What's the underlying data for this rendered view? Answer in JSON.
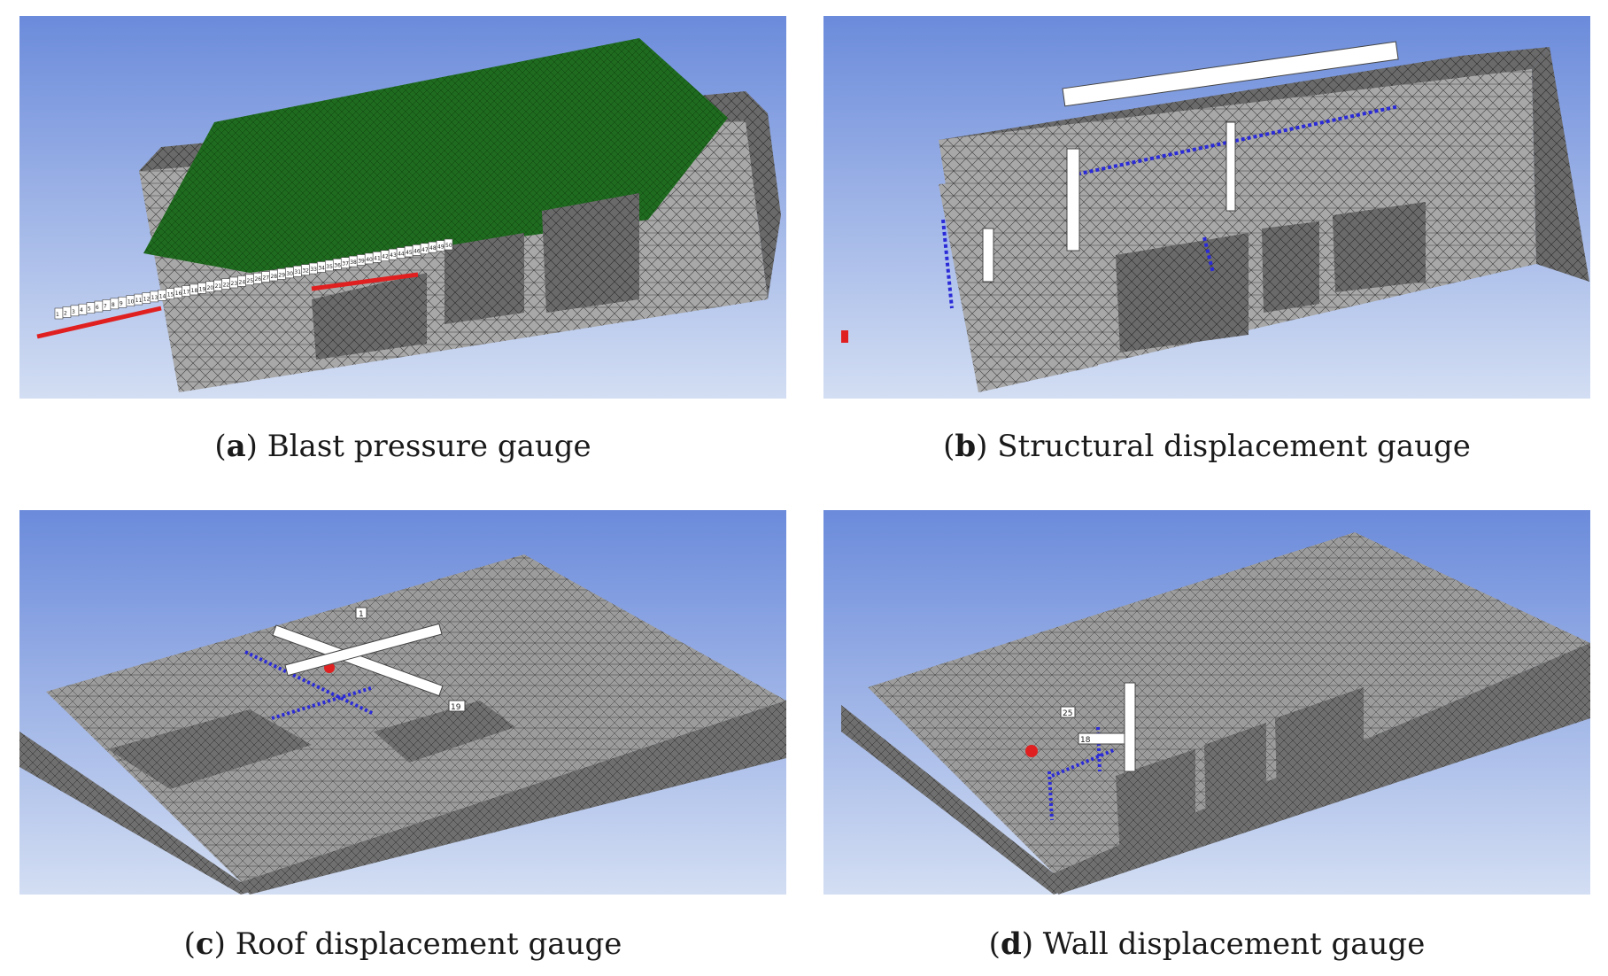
{
  "figure": {
    "panels": [
      {
        "letter": "a",
        "caption": "Blast pressure gauge",
        "gauge_labels": [
          "1",
          "2",
          "3",
          "4",
          "5",
          "6",
          "7",
          "8",
          "9",
          "10",
          "11",
          "12",
          "13",
          "14",
          "15",
          "16",
          "17",
          "18",
          "19",
          "20",
          "21",
          "22",
          "23",
          "24",
          "25",
          "26",
          "27",
          "28",
          "29",
          "30",
          "31",
          "32",
          "33",
          "34",
          "35",
          "36",
          "37",
          "38",
          "39",
          "40",
          "41",
          "42",
          "43",
          "44",
          "45",
          "46",
          "47",
          "48",
          "49",
          "50"
        ]
      },
      {
        "letter": "b",
        "caption": "Structural displacement gauge"
      },
      {
        "letter": "c",
        "caption": "Roof displacement gauge",
        "marker_labels": [
          "1",
          "19"
        ]
      },
      {
        "letter": "d",
        "caption": "Wall displacement gauge",
        "marker_labels": [
          "25",
          "18"
        ]
      }
    ]
  },
  "colors": {
    "sky_top": "#6f8fdc",
    "sky_bottom": "#d4dff3",
    "mesh_gray": "#9a9a9a",
    "mesh_dark": "#555555",
    "roof_green": "#1f6b1f",
    "gauge_red": "#e02020",
    "gauge_blue": "#2a2ad8"
  }
}
